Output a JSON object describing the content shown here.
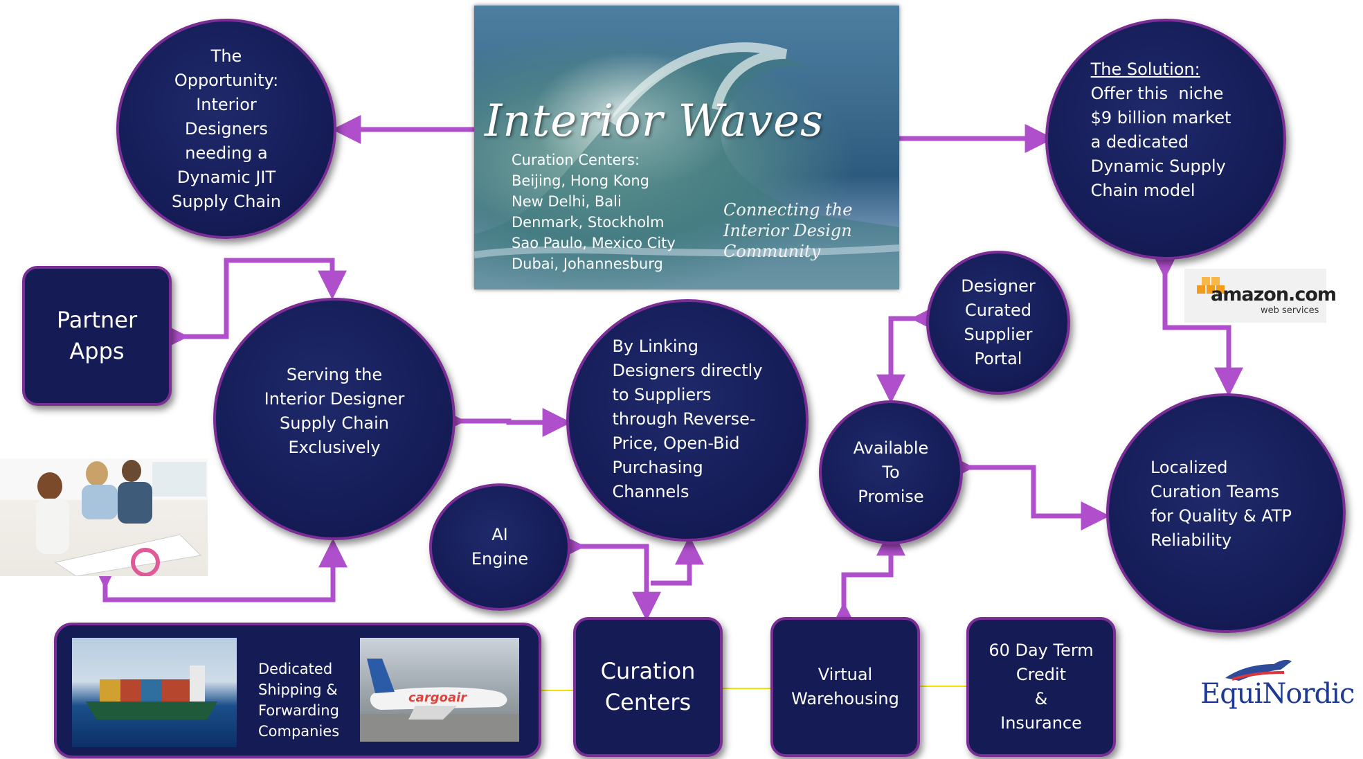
{
  "hero": {
    "title": "Interior Waves",
    "centers_heading": "Curation Centers:",
    "centers": [
      "Beijing, Hong Kong",
      "New Delhi, Bali",
      "Denmark, Stockholm",
      "Sao Paulo, Mexico City",
      "Dubai, Johannesburg"
    ],
    "tagline": [
      "Connecting the",
      "Interior Design",
      "Community"
    ]
  },
  "opportunity": [
    "The",
    "Opportunity:",
    "Interior",
    "Designers",
    "needing a",
    "Dynamic JIT",
    "Supply Chain"
  ],
  "solution": {
    "heading": "The Solution:",
    "lines": [
      "Offer this  niche",
      "$9 billion market",
      "a dedicated",
      "Dynamic Supply",
      "Chain model"
    ]
  },
  "amazon": {
    "brand": "amazon.com",
    "sub": "web services"
  },
  "partner_apps": [
    "Partner",
    "Apps"
  ],
  "serving": [
    "Serving the",
    "Interior Designer",
    "Supply Chain",
    "Exclusively"
  ],
  "linking": [
    "By Linking",
    "Designers directly",
    "to Suppliers",
    "through Reverse-",
    "Price, Open-Bid",
    "Purchasing",
    "Channels"
  ],
  "portal": [
    "Designer",
    "Curated",
    "Supplier",
    "Portal"
  ],
  "atp": [
    "Available",
    "To",
    "Promise"
  ],
  "localized": [
    "Localized",
    "Curation Teams",
    "for Quality & ATP",
    "Reliability"
  ],
  "ai_engine": [
    "AI",
    "Engine"
  ],
  "shipping": [
    "Dedicated",
    "Shipping &",
    "Forwarding",
    "Companies"
  ],
  "curation_centers": [
    "Curation",
    "Centers"
  ],
  "virtual": [
    "Virtual",
    "Warehousing"
  ],
  "credit": [
    "60 Day Term",
    "Credit",
    "&",
    "Insurance"
  ],
  "airline_livery": "cargoair",
  "logo": "EquiNordic",
  "colors": {
    "arrow": "#b04fcb",
    "node": "#141b55",
    "border": "#7a2d95",
    "connector": "#f2e600"
  }
}
